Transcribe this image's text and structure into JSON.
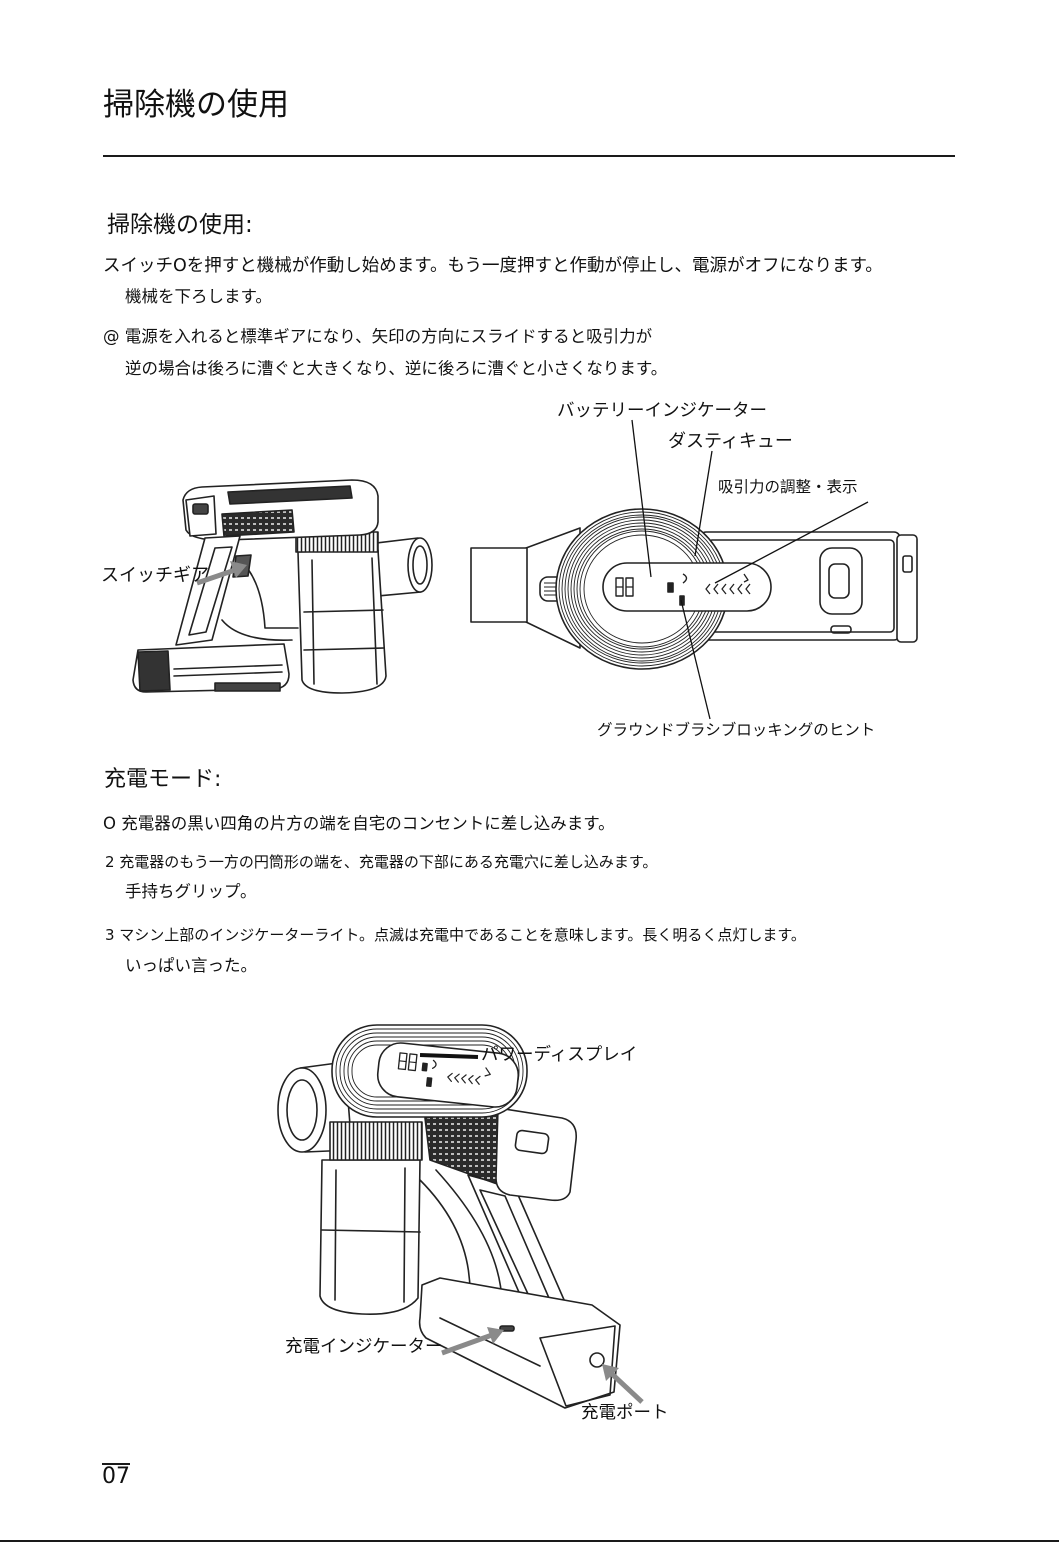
{
  "header": {
    "title": "掃除機の使用"
  },
  "usage": {
    "heading": "掃除機の使用:",
    "line1": "スイッチOを押すと機械が作動し始めます。もう一度押すと作動が停止し、電源がオフになります。",
    "line1_cont": "機械を下ろします。",
    "line2": "@ 電源を入れると標準ギアになり、矢印の方向にスライドすると吸引力が",
    "line2_cont": "逆の場合は後ろに漕ぐと大きくなり、逆に後ろに漕ぐと小さくなります。"
  },
  "figure_top": {
    "labels": {
      "battery_indicator": "バッテリーインジケーター",
      "dust_cue": "ダスティキュー",
      "suction_adjust": "吸引力の調整・表示",
      "switch_gear": "スイッチギア",
      "brush_blocking": "グラウンドブラシブロッキングのヒント"
    }
  },
  "charging": {
    "heading": "充電モード:",
    "steps": [
      {
        "text": "O 充電器の黒い四角の片方の端を自宅のコンセントに差し込みます。"
      },
      {
        "text": "2 充電器のもう一方の円筒形の端を、充電器の下部にある充電穴に差し込みます。",
        "continuation": "手持ちグリップ。"
      },
      {
        "text": "3 マシン上部のインジケーターライト。点滅は充電中であることを意味します。長く明るく点灯します。",
        "continuation": "いっぱい言った。"
      }
    ]
  },
  "figure_bottom": {
    "labels": {
      "power_display": "パワーディスプレイ",
      "charging_indicator": "充電インジケーター",
      "charging_port": "充電ポート"
    }
  },
  "footer": {
    "page_number": "07"
  },
  "colors": {
    "text": "#111111",
    "pointer_arrow": "#8a8a8a",
    "line_art": "#222222"
  }
}
